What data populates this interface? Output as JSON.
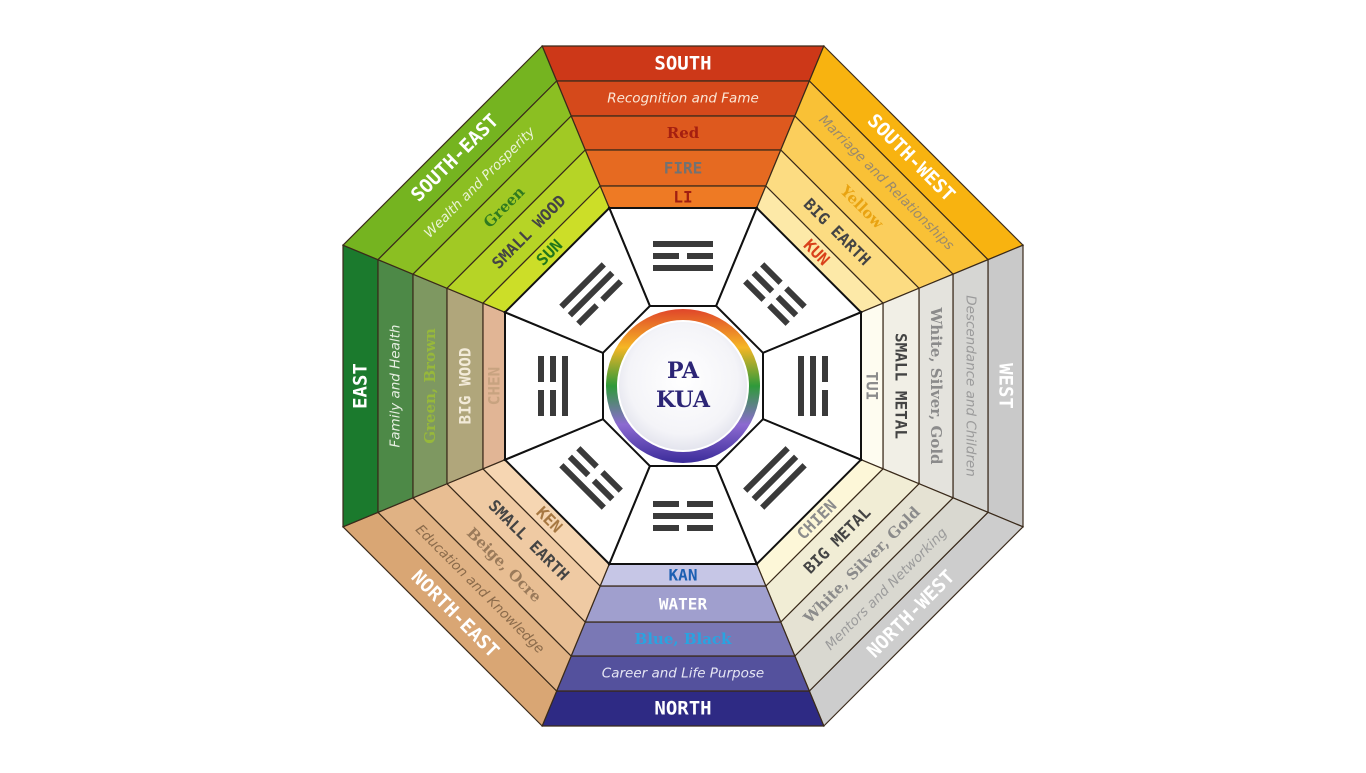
{
  "center": {
    "line1": "PA",
    "line2": "KUA"
  },
  "sectors": [
    {
      "id": "south",
      "direction": "SOUTH",
      "aspect": "Recognition and Fame",
      "color": "Red",
      "element": "FIRE",
      "trigram": "LI",
      "trigram_lines": [
        1,
        0,
        1
      ],
      "colors": {
        "outer": "#cd3818",
        "inner": "#ee7a24",
        "title": "#ffffff",
        "aspect": "#fbe7d6",
        "colorword": "#a51f10",
        "element": "#727272",
        "trigramname": "#a11f11"
      }
    },
    {
      "id": "south-west",
      "direction": "SOUTH-WEST",
      "aspect": "Marriage and Relationships",
      "color": "Yellow",
      "element": "BIG EARTH",
      "trigram": "KUN",
      "trigram_lines": [
        0,
        0,
        0
      ],
      "colors": {
        "outer": "#f8b310",
        "inner": "#fde9a8",
        "title": "#ffffff",
        "aspect": "#9a8a6c",
        "colorword": "#e9a311",
        "element": "#444444",
        "trigramname": "#d9411b"
      }
    },
    {
      "id": "west",
      "direction": "WEST",
      "aspect": "Descendance and Children",
      "color": "White, Silver, Gold",
      "element": "SMALL METAL",
      "trigram": "TUI",
      "trigram_lines": [
        0,
        1,
        1
      ],
      "colors": {
        "outer": "#c9c9c9",
        "inner": "#fefcf0",
        "title": "#ffffff",
        "aspect": "#9b9b9b",
        "colorword": "#8b8b8b",
        "element": "#444444",
        "trigramname": "#8c8c8c"
      }
    },
    {
      "id": "north-west",
      "direction": "NORTH-WEST",
      "aspect": "Mentors and Networking",
      "color": "White, Silver, Gold",
      "element": "BIG METAL",
      "trigram": "CHIEN",
      "trigram_lines": [
        1,
        1,
        1
      ],
      "colors": {
        "outer": "#cdcdcd",
        "inner": "#fdf7d8",
        "title": "#ffffff",
        "aspect": "#9b9b9b",
        "colorword": "#8b8b8b",
        "element": "#444444",
        "trigramname": "#8c8c8c"
      }
    },
    {
      "id": "north",
      "direction": "NORTH",
      "aspect": "Career and Life Purpose",
      "color": "Blue, Black",
      "element": "WATER",
      "trigram": "KAN",
      "trigram_lines": [
        0,
        1,
        0
      ],
      "colors": {
        "outer": "#2e2a84",
        "inner": "#c6c6e6",
        "title": "#ffffff",
        "aspect": "#e6e6f4",
        "colorword": "#2aa3e0",
        "element": "#ffffff",
        "trigramname": "#1c5fb2"
      }
    },
    {
      "id": "north-east",
      "direction": "NORTH-EAST",
      "aspect": "Education and Knowledge",
      "color": "Beige, Ocre",
      "element": "SMALL EARTH",
      "trigram": "KEN",
      "trigram_lines": [
        1,
        0,
        0
      ],
      "colors": {
        "outer": "#d9a674",
        "inner": "#f6d6b2",
        "title": "#ffffff",
        "aspect": "#8a6a4a",
        "colorword": "#9a7a5a",
        "element": "#444444",
        "trigramname": "#a77842"
      }
    },
    {
      "id": "east",
      "direction": "EAST",
      "aspect": "Family and Health",
      "color": "Green, Brown",
      "element": "BIG WOOD",
      "trigram": "CHEN",
      "trigram_lines": [
        0,
        0,
        1
      ],
      "colors": {
        "outer": "#1b7a2d",
        "inner": "#e1b595",
        "title": "#ffffff",
        "aspect": "#e7efe2",
        "colorword": "#97b83b",
        "element": "#f2ead8",
        "trigramname": "#c8a380"
      }
    },
    {
      "id": "south-east",
      "direction": "SOUTH-EAST",
      "aspect": "Wealth and Prosperity",
      "color": "Green",
      "element": "SMALL WOOD",
      "trigram": "SUN",
      "trigram_lines": [
        1,
        1,
        0
      ],
      "colors": {
        "outer": "#75b420",
        "inner": "#ccde28",
        "title": "#ffffff",
        "aspect": "#eaf3d6",
        "colorword": "#2f7a1f",
        "element": "#444444",
        "trigramname": "#21771a"
      }
    }
  ]
}
